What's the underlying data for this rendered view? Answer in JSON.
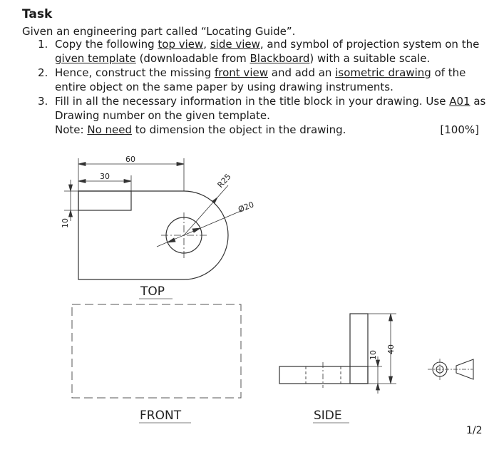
{
  "task": {
    "title": "Task",
    "intro": "Given an engineering part called “Locating Guide”.",
    "steps": [
      {
        "number": "1.",
        "parts": [
          "Copy the following ",
          "top view",
          ", ",
          "side view",
          ", and symbol of projection system on the ",
          "given template",
          " (downloadable from ",
          "Blackboard",
          ") with a suitable scale."
        ]
      },
      {
        "number": "2.",
        "parts": [
          "Hence, construct the missing ",
          "front view",
          " and add an ",
          "isometric drawing",
          " of the entire object on the same paper by using drawing instruments."
        ]
      },
      {
        "number": "3.",
        "parts": [
          "Fill in all the necessary information in the title block in your drawing. Use ",
          "A01",
          " as Drawing number on the given template."
        ]
      }
    ],
    "note": {
      "label": "Note:",
      "underlined": "No need",
      "text": " to dimension the object in the drawing.",
      "weight": "[100%]"
    }
  },
  "drawing": {
    "dimensions": {
      "width_total": "60",
      "width_slot": "30",
      "radius": "R25",
      "diameter": "Ø20",
      "thickness_top": "10",
      "height_side": "40",
      "thickness_side": "10"
    },
    "view_labels": {
      "top": "TOP",
      "front": "FRONT",
      "side": "SIDE"
    }
  },
  "page_number": "1/2"
}
